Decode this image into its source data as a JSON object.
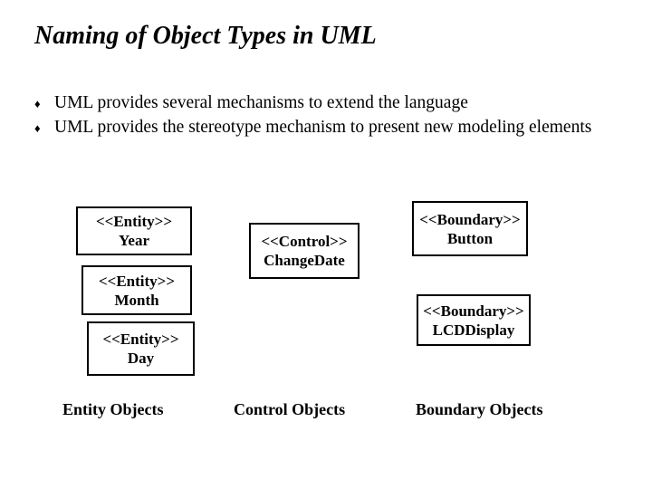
{
  "slide": {
    "title": "Naming of Object Types in UML",
    "bullets": [
      {
        "marker": "♦",
        "text": "UML provides several mechanisms to extend the language"
      },
      {
        "marker": "♦",
        "text": "UML provides the stereotype mechanism to present new modeling elements"
      }
    ]
  },
  "diagram": {
    "boxes": {
      "entity_year": {
        "stereotype": "<<Entity>>",
        "name": "Year"
      },
      "entity_month": {
        "stereotype": "<<Entity>>",
        "name": "Month"
      },
      "entity_day": {
        "stereotype": "<<Entity>>",
        "name": "Day"
      },
      "control_changedate": {
        "stereotype": "<<Control>>",
        "name": "ChangeDate"
      },
      "boundary_button": {
        "stereotype": "<<Boundary>>",
        "name": "Button"
      },
      "boundary_lcddisplay": {
        "stereotype": "<<Boundary>>",
        "name": "LCDDisplay"
      }
    },
    "column_labels": {
      "entity": "Entity Objects",
      "control": "Control Objects",
      "boundary": "Boundary Objects"
    }
  },
  "colors": {
    "background": "#ffffff",
    "text": "#000000",
    "box_border": "#000000"
  }
}
